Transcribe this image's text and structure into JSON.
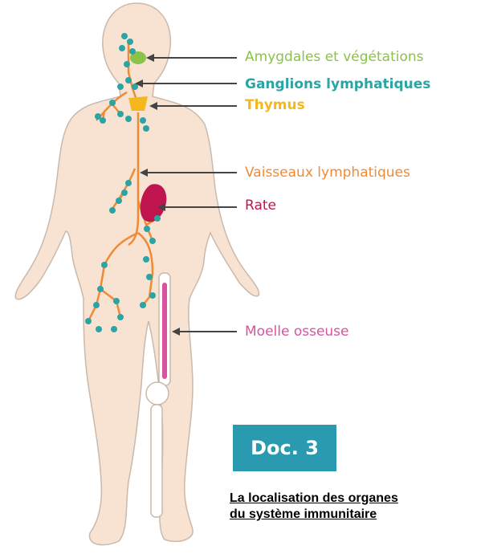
{
  "labels": {
    "amygdales": "Amygdales et végétations",
    "ganglions": "Ganglions lymphatiques",
    "thymus": "Thymus",
    "vaisseaux": "Vaisseaux lymphatiques",
    "rate": "Rate",
    "moelle": "Moelle osseuse"
  },
  "colors": {
    "skin": "#f8e3d2",
    "skin_outline": "#c9b9ab",
    "amygdales": "#8bc24a",
    "ganglions": "#2aa4a4",
    "thymus": "#f5b81c",
    "vaisseaux": "#f08a33",
    "rate": "#c0144e",
    "moelle": "#d9539f",
    "bone": "#ffffff",
    "badge": "#2a9ab1",
    "arrow": "#444444"
  },
  "doc": {
    "badge_text": "Doc. 3"
  },
  "caption": {
    "line1": "La localisation des organes",
    "line2": "du système  immunitaire"
  }
}
